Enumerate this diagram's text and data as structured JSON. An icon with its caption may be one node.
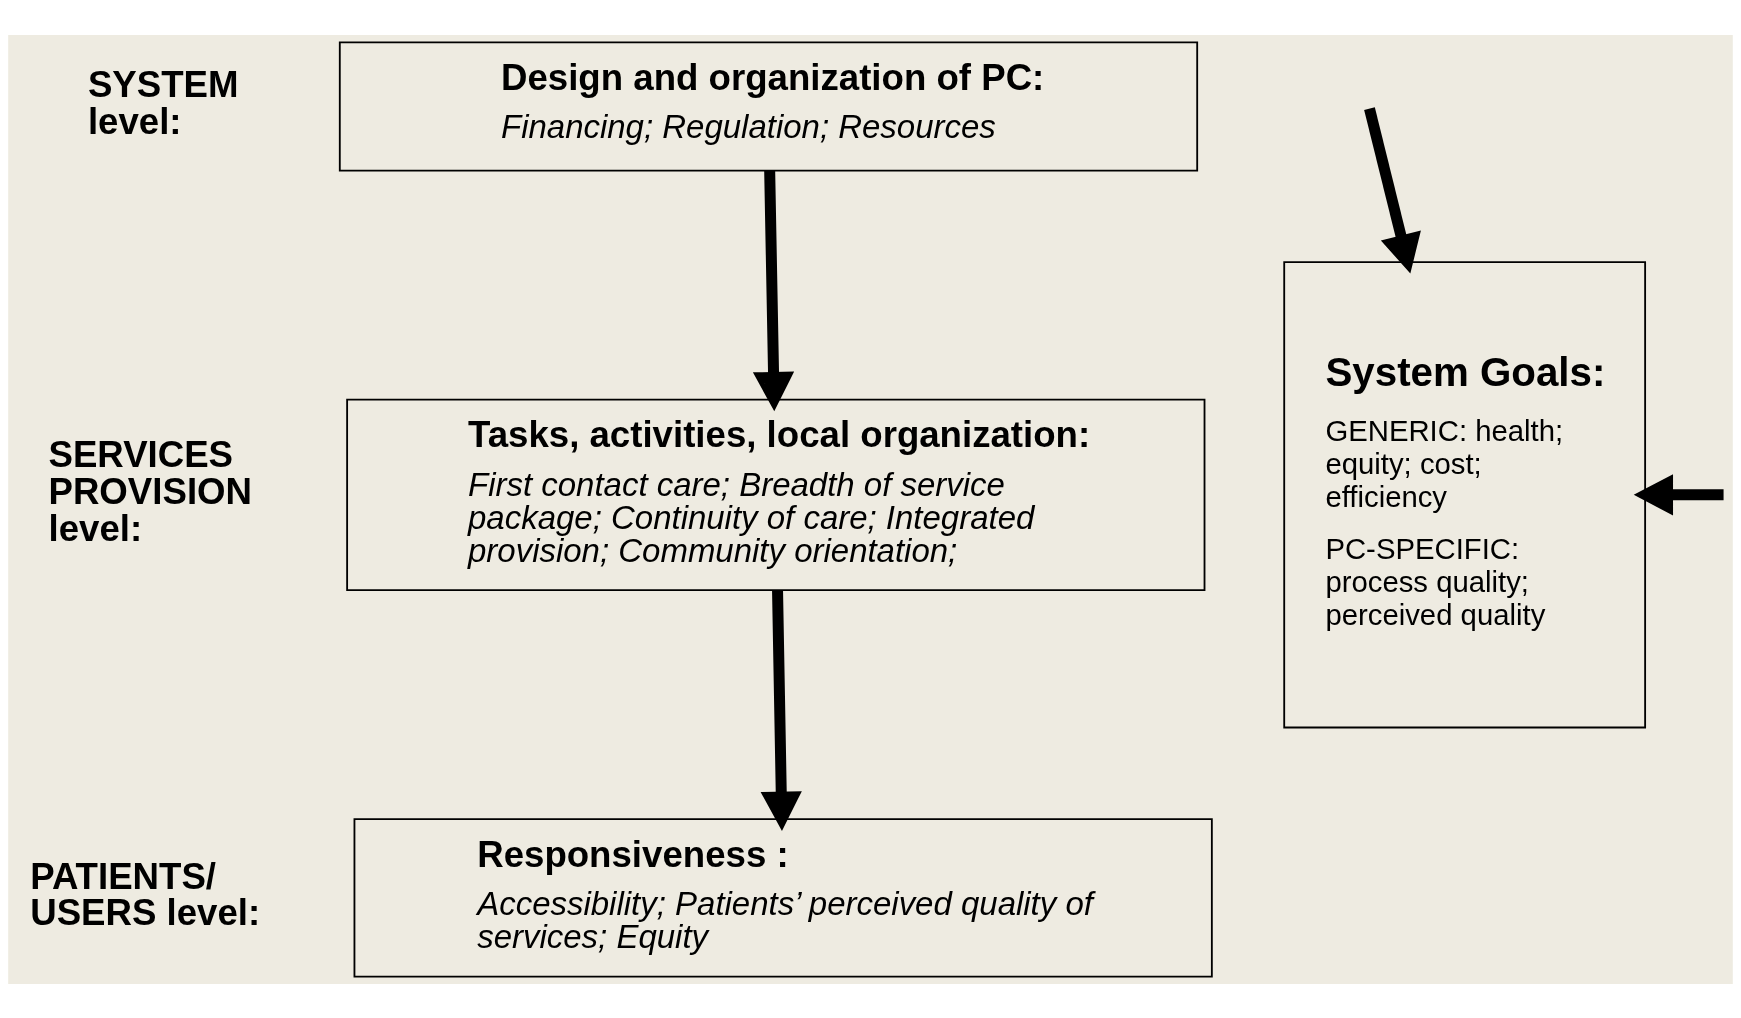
{
  "diagram": {
    "nodes": [
      {
        "text": [
          "Design and organization of PC:",
          "Financing; Regulation; Resources"
        ]
      },
      {
        "text": [
          "Tasks, activities, local organization:",
          "First contact care; Breadth of service package; Continuity of care; Integrated provision; Community orientation;"
        ]
      },
      {
        "text": [
          "Responsiveness :",
          "Accessibility; Patients’ perceived quality of services; Equity"
        ]
      },
      {
        "text": [
          "System Goals:",
          "GENERIC: health; equity; cost; efficiency",
          "PC-SPECIFIC: process quality; perceived quality"
        ]
      }
    ],
    "edges": [
      {
        "from": 0,
        "to": 1,
        "arrow": "to"
      },
      {
        "from": 1,
        "to": 2,
        "arrow": "to"
      },
      {
        "from": null,
        "to": 3,
        "arrow": "to"
      },
      {
        "from": null,
        "to": 3,
        "arrow": "to"
      }
    ],
    "labels": [
      "SYSTEM level:",
      "SERVICES PROVISION level:",
      "PATIENTS/ USERS level:"
    ]
  }
}
